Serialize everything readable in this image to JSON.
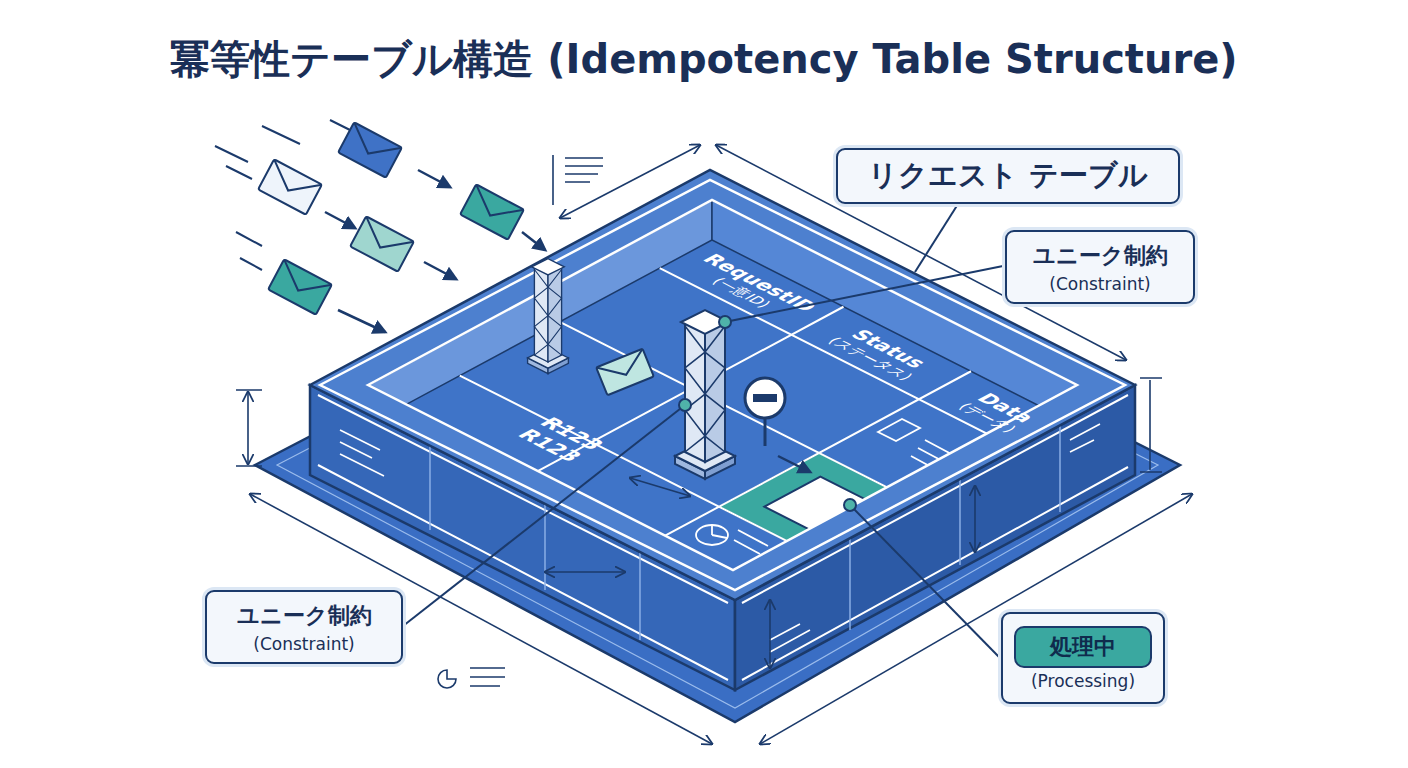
{
  "diagram": {
    "title": "冪等性テーブル構造 (Idempotency Table Structure)",
    "nodes": [
      {
        "text": [
          "リクエスト テーブル"
        ]
      },
      {
        "text": [
          "ユニーク制約",
          "(Constraint)"
        ]
      },
      {
        "text": [
          "ユニーク制約",
          "(Constraint)"
        ]
      },
      {
        "text": [
          "処理中",
          "(Processing)"
        ]
      }
    ],
    "labels": [
      "RequestID",
      "(一意ID)",
      "Status",
      "(ステータス)",
      "Data",
      "(データ)",
      "R123",
      "R123"
    ]
  }
}
